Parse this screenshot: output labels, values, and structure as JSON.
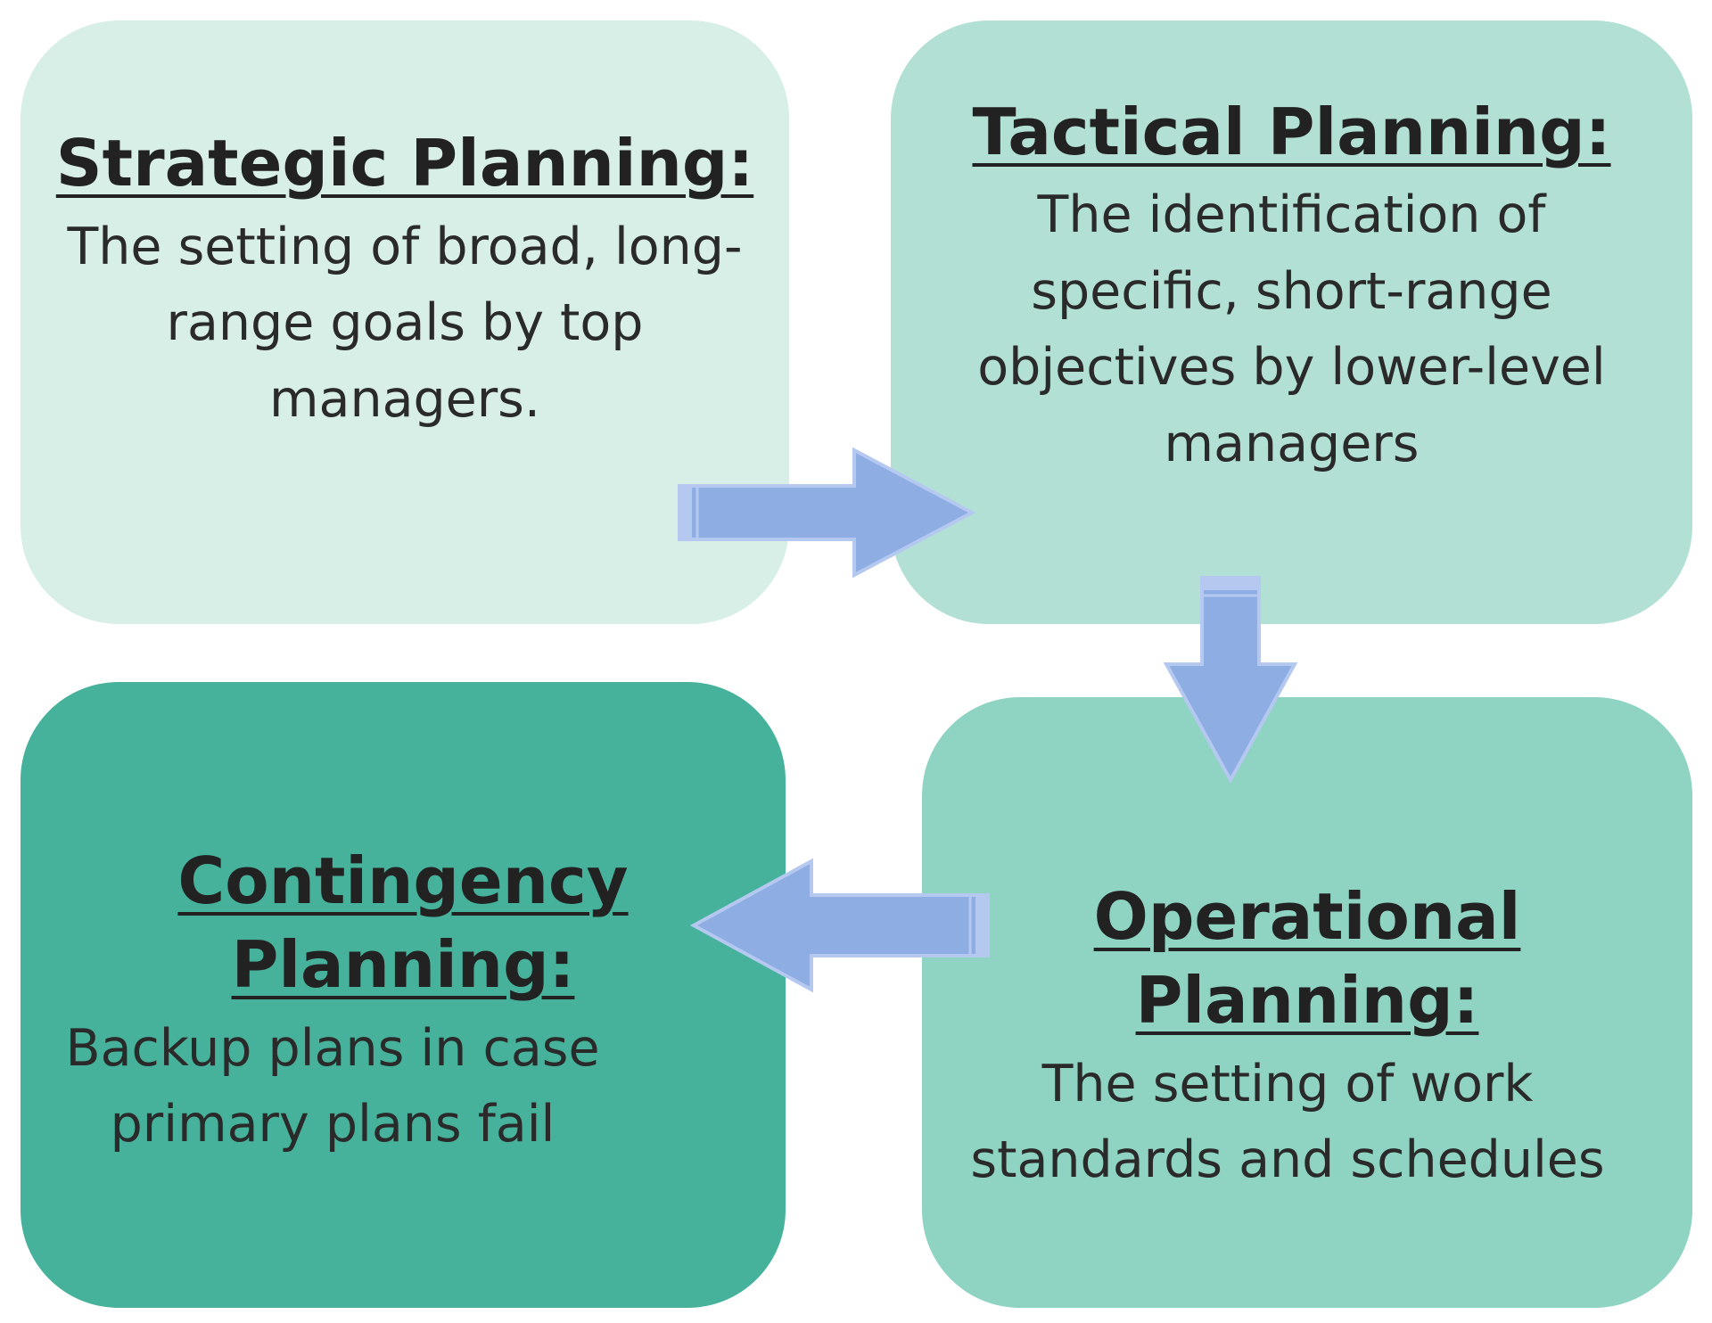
{
  "colors": {
    "strategic_bg": "#d8efe8",
    "tactical_bg": "#b3e0d5",
    "operational_bg": "#8fd3c3",
    "contingency_bg": "#47b29b",
    "arrow_fill": "#8eaee3",
    "arrow_stroke": "#b4c8f0"
  },
  "nodes": {
    "strategic": {
      "title": "Strategic Planning:",
      "description": "The setting of broad, long-range goals by top managers."
    },
    "tactical": {
      "title": "Tactical Planning:",
      "description": "The identification of specific, short-range objectives by lower-level managers"
    },
    "operational": {
      "title": "Operational Planning:",
      "description": "The setting of work standards and schedules"
    },
    "contingency": {
      "title": "Contingency Planning:",
      "description": "Backup plans in case primary plans fail"
    }
  },
  "edges": [
    {
      "from": "strategic",
      "to": "tactical",
      "direction": "right"
    },
    {
      "from": "tactical",
      "to": "operational",
      "direction": "down"
    },
    {
      "from": "operational",
      "to": "contingency",
      "direction": "left"
    }
  ]
}
